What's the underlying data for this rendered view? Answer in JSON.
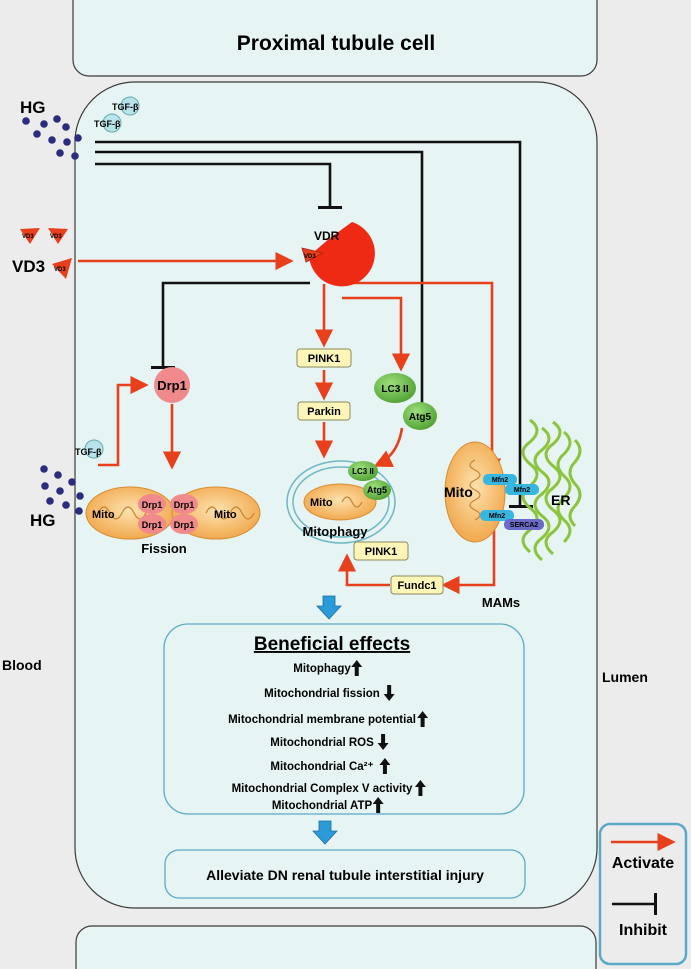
{
  "title": "Proximal tubule cell",
  "labels": {
    "blood": "Blood",
    "lumen": "Lumen",
    "hg": "HG",
    "tgfb": "TGF-β",
    "vd3": "VD3",
    "vd3_small": "VD3",
    "vdr": "VDR",
    "pink1": "PINK1",
    "parkin": "Parkin",
    "lc3ii": "LC3 II",
    "atg5": "Atg5",
    "drp1": "Drp1",
    "mito": "Mito",
    "fission": "Fission",
    "mitophagy": "Mitophagy",
    "fundc1": "Fundc1",
    "mfn2": "Mfn2",
    "serca2": "SERCA2",
    "er": "ER",
    "mams": "MAMs"
  },
  "effects": {
    "title": "Beneficial effects",
    "items": [
      {
        "text": "Mitophagy",
        "dir": "up"
      },
      {
        "text": "Mitochondrial fission",
        "dir": "down"
      },
      {
        "text": "Mitochondrial membrane potential",
        "dir": "up"
      },
      {
        "text": "Mitochondrial ROS",
        "dir": "down"
      },
      {
        "text": "Mitochondrial Ca²⁺",
        "dir": "up"
      },
      {
        "text": "Mitochondrial Complex V activity",
        "dir": "up"
      },
      {
        "text": "Mitochondrial ATP",
        "dir": "up"
      }
    ]
  },
  "outcome": "Alleviate DN renal tubule interstitial injury",
  "legend": {
    "activate": "Activate",
    "inhibit": "Inhibit"
  },
  "colors": {
    "activate": "#e8401c",
    "inhibit": "#111111",
    "cell": "#e6f4f4",
    "vdr": "#ee2a15",
    "drp1": "#f08a8c",
    "mito": "#f1b35a",
    "lc3": "#6cc04a",
    "label_box": "#fdf6b8",
    "er": "#8cc43c",
    "dots": "#2c2c7e",
    "flow_arrow": "#2b9ad8"
  }
}
